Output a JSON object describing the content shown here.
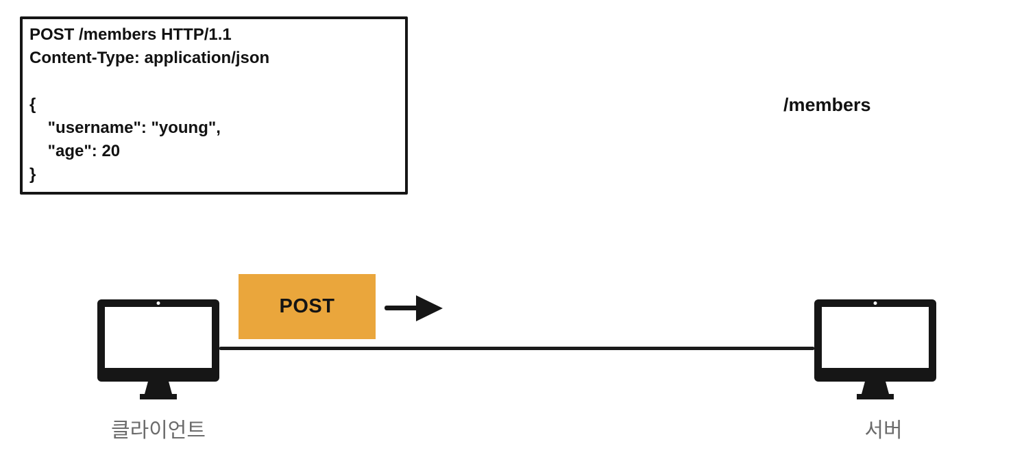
{
  "request_box": {
    "lines": [
      "POST /members HTTP/1.1",
      "Content-Type: application/json",
      "",
      "{",
      "    \"username\": \"young\",",
      "    \"age\": 20",
      "}"
    ]
  },
  "endpoint": {
    "path": "/members"
  },
  "badge": {
    "label": "POST",
    "color": "#EAA63C"
  },
  "nodes": {
    "client": {
      "label": "클라이언트"
    },
    "server": {
      "label": "서버"
    }
  },
  "colors": {
    "ink": "#161616",
    "badge_orange": "#EAA63C",
    "label_gray": "#6B6B6B"
  }
}
